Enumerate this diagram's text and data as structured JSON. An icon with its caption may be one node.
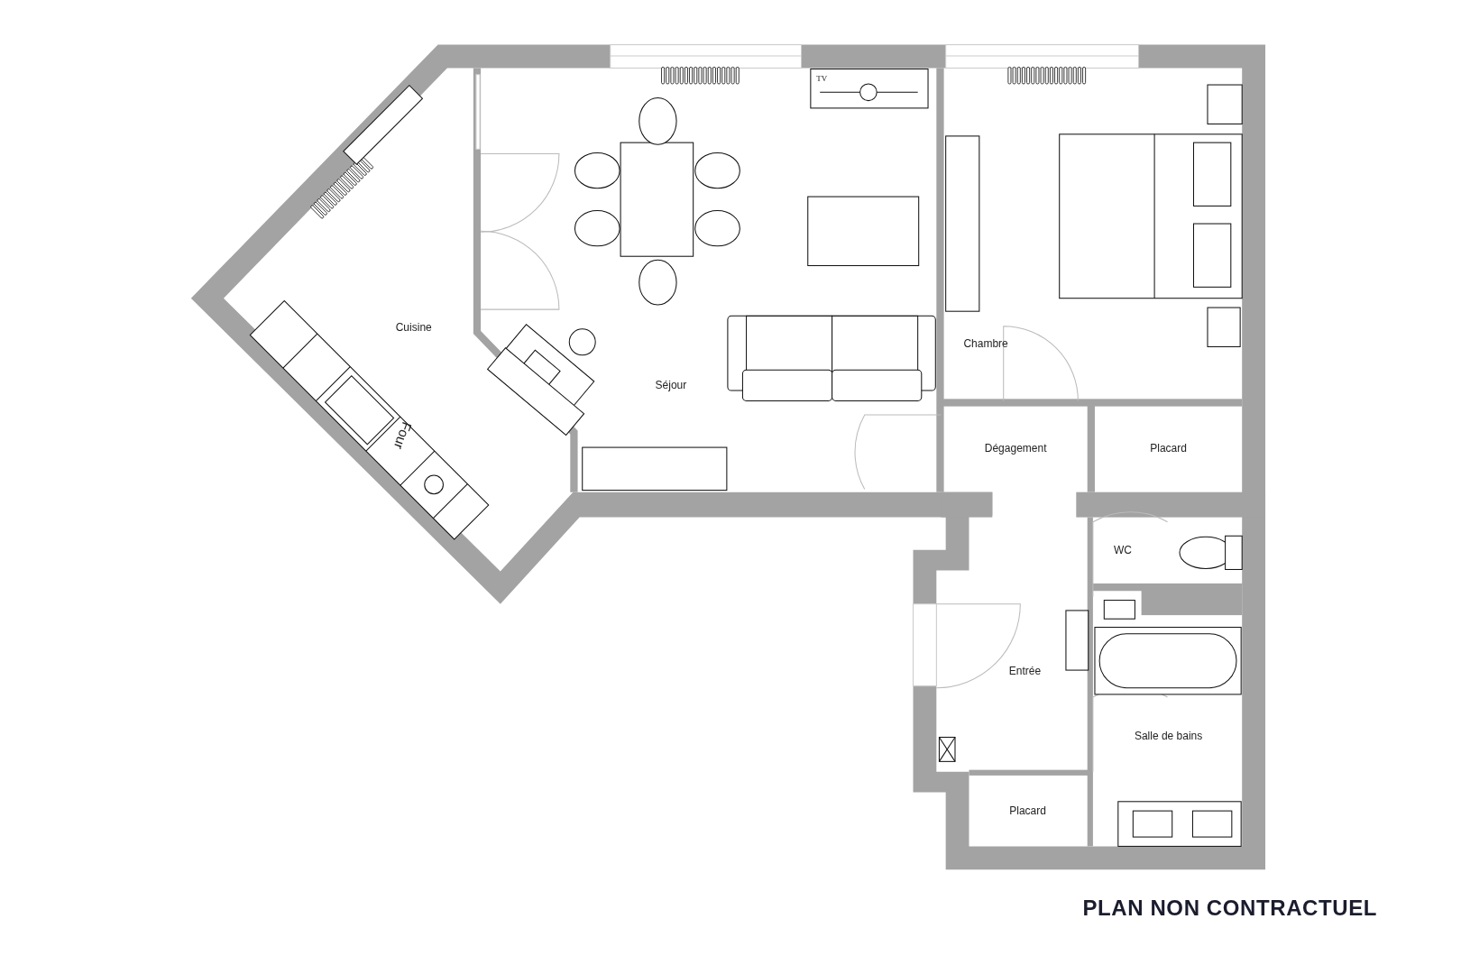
{
  "diagram": {
    "labels": [
      "TV",
      "Cuisine",
      "Chambre",
      "Séjour",
      "Four",
      "Dégagement",
      "Placard",
      "WC",
      "Entrée",
      "Salle de bains",
      "Placard",
      "PLAN NON CONTRACTUEL"
    ]
  }
}
